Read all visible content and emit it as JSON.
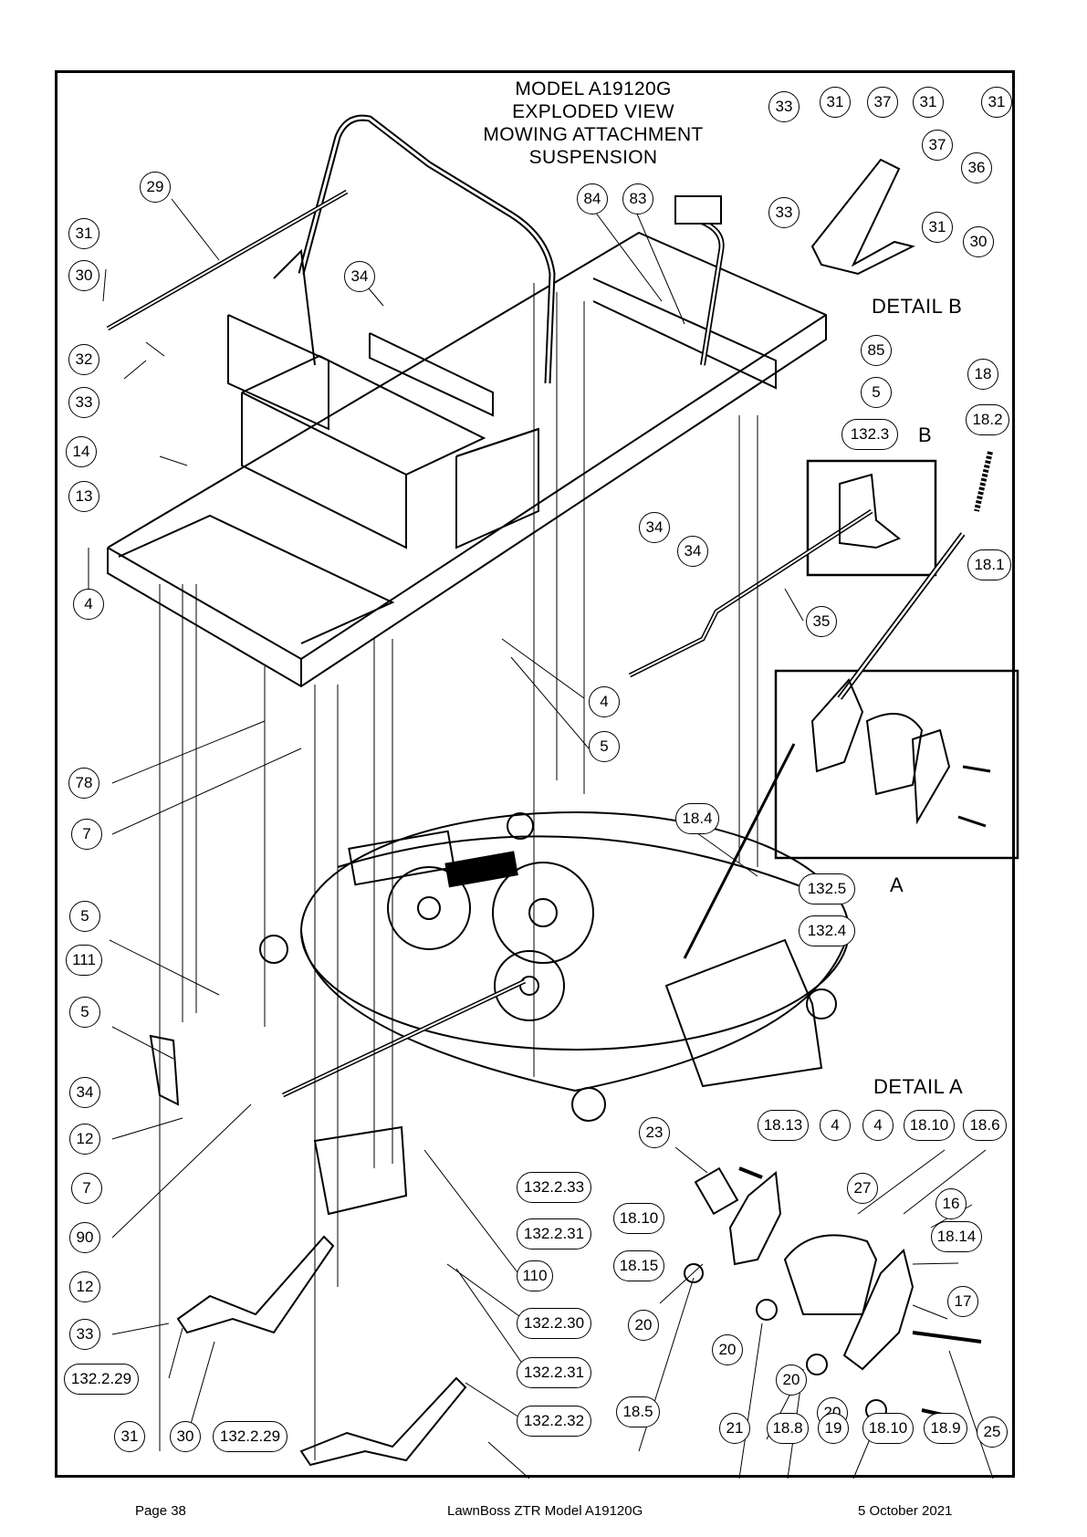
{
  "title": {
    "line1": "MODEL A19120G",
    "line2": "EXPLODED VIEW",
    "line3": "MOWING ATTACHMENT",
    "line4": "SUSPENSION"
  },
  "detail_labels": {
    "detail_b": "DETAIL B",
    "detail_a": "DETAIL A",
    "letter_b": "B",
    "letter_a": "A"
  },
  "callouts": {
    "c001": "33",
    "c002": "31",
    "c003": "37",
    "c004": "31",
    "c005": "31",
    "c006": "37",
    "c007": "36",
    "c008": "33",
    "c009": "31",
    "c010": "30",
    "c011": "29",
    "c012": "84",
    "c013": "83",
    "c014": "31",
    "c015": "30",
    "c016": "34",
    "c017": "32",
    "c018": "33",
    "c019": "85",
    "c020": "5",
    "c021": "132.3",
    "c022": "18",
    "c023": "18.2",
    "c024": "14",
    "c025": "13",
    "c026": "34",
    "c027": "34",
    "c028": "18.1",
    "c029": "4",
    "c030": "35",
    "c031": "4",
    "c032": "5",
    "c033": "78",
    "c034": "7",
    "c035": "18.4",
    "c036": "132.5",
    "c037": "132.4",
    "c038": "5",
    "c039": "111",
    "c040": "5",
    "c041": "34",
    "c042": "12",
    "c043": "7",
    "c044": "90",
    "c045": "12",
    "c046": "33",
    "c047": "132.2.29",
    "c048": "31",
    "c049": "30",
    "c050": "132.2.29",
    "c051": "23",
    "c052": "132.2.33",
    "c053": "132.2.31",
    "c054": "110",
    "c055": "132.2.30",
    "c056": "132.2.31",
    "c057": "132.2.32",
    "c058": "18.13",
    "c059": "4",
    "c060": "4",
    "c061": "18.10",
    "c062": "18.6",
    "c063": "27",
    "c064": "16",
    "c065": "18.14",
    "c066": "18.10",
    "c067": "18.15",
    "c068": "17",
    "c069": "20",
    "c070": "20",
    "c071": "20",
    "c072": "20",
    "c073": "18.5",
    "c074": "21",
    "c075": "18.8",
    "c076": "19",
    "c077": "18.10",
    "c078": "18.9",
    "c079": "25"
  },
  "footer": {
    "page": "Page   38",
    "doc_title": "LawnBoss ZTR Model A19120G",
    "date": "5 October 2021"
  }
}
